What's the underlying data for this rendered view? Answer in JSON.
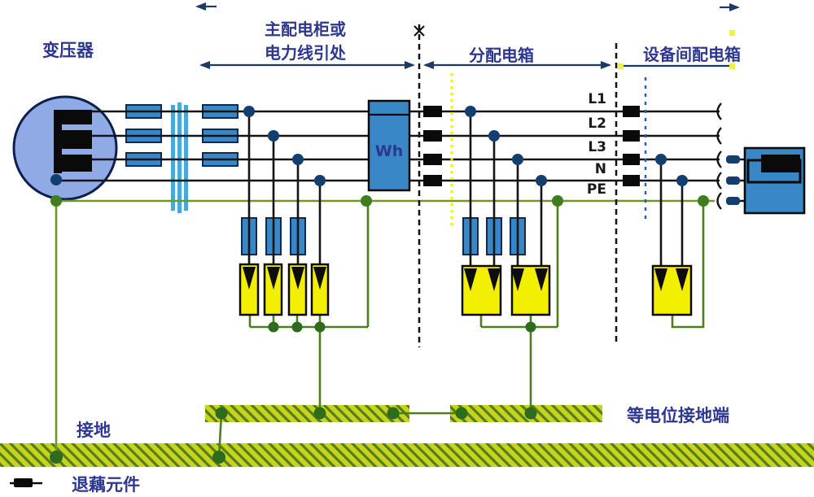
{
  "diagram": {
    "sections": {
      "transformer": "变压器",
      "main_panel": {
        "line1": "主配电柜或",
        "line2": "电力线引处"
      },
      "distribution_panel": "分配电箱",
      "equipment_panel": "设备间配电箱"
    },
    "conductors": [
      "L1",
      "L2",
      "L3",
      "N",
      "PE"
    ],
    "meter": "Wh",
    "legend": {
      "ground": "接地",
      "equipotential_terminal": "等电位接地端",
      "decoupling_element": "退藕元件"
    },
    "colors": {
      "label_navy": "#2d3792",
      "line_black": "#151515",
      "pe_green": "#6f9a21",
      "bus_green": "#4e7d1d",
      "junction_navy": "#123e70",
      "junction_green": "#2e6b1c",
      "component_blue": "#3a87c8",
      "light_blue": "#4aa8d8",
      "transformer_fill": "#90aae6",
      "spd_yellow": "#f3ef00",
      "fuse_black": "#0a0a0a",
      "hatch_base": "#c6d41e",
      "hatch_stripe": "#567c1e",
      "span_navy": "#1d3a63",
      "dash_yellow": "#eef000",
      "marker_yellow": "#f2ee4a"
    }
  }
}
